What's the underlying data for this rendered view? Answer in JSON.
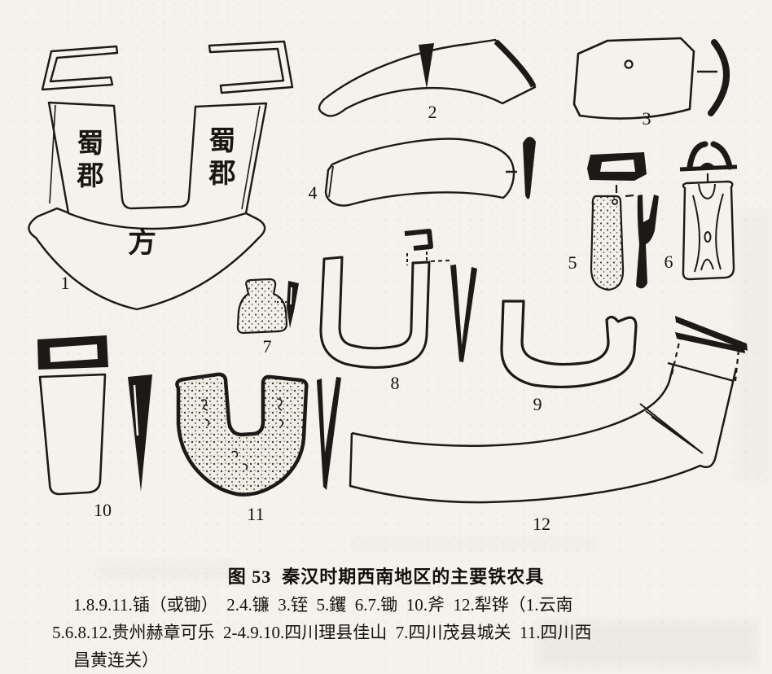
{
  "page": {
    "paper_color": "#f4f2ec",
    "ink_color": "#1c1a16"
  },
  "figure": {
    "tools": [
      {
        "number": "1"
      },
      {
        "number": "2"
      },
      {
        "number": "3"
      },
      {
        "number": "4"
      },
      {
        "number": "5"
      },
      {
        "number": "6"
      },
      {
        "number": "7"
      },
      {
        "number": "8"
      },
      {
        "number": "9"
      },
      {
        "number": "10"
      },
      {
        "number": "11"
      },
      {
        "number": "12"
      }
    ],
    "inscriptions": {
      "item1_left": "蜀郡",
      "item1_right": "蜀郡",
      "item1_center": "方"
    },
    "caption": {
      "title": "图 53  秦汉时期西南地区的主要铁农具",
      "legend_lines": [
        "1.8.9.11.锸（或锄）  2.4.镰  3.铚  5.钁  6.7.锄  10.斧  12.犁铧（1.云南",
        "5.6.8.12.贵州赫章可乐  2-4.9.10.四川理县佳山  7.四川茂县城关  11.四川西",
        "昌黄连关）"
      ]
    }
  }
}
